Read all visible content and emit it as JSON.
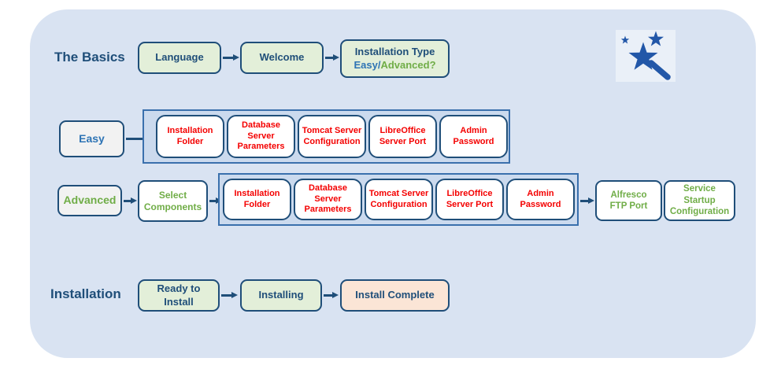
{
  "colors": {
    "panel_bg": "#d9e3f2",
    "navy": "#1f4e79",
    "blue": "#2e74b5",
    "green": "#70ad47",
    "red": "#f40000",
    "green_fill": "#e3efd9",
    "gray_fill": "#f2f2f2",
    "peach_fill": "#fbe5d6",
    "group_fill": "#cbdaee",
    "group_border": "#3a70ad",
    "icon_blue": "#2257a8"
  },
  "flows": {
    "basics": {
      "label": "The Basics",
      "steps": [
        "Language",
        "Welcome"
      ],
      "installation_type": {
        "title": "Installation Type",
        "easy_part": "Easy/",
        "advanced_part": "Advanced?"
      }
    },
    "easy": {
      "label": "Easy",
      "pages": [
        "Installation Folder",
        "Database Server Parameters",
        "Tomcat Server Configuration",
        "LibreOffice Server Port",
        "Admin Password"
      ]
    },
    "advanced": {
      "label": "Advanced",
      "select_components": "Select Components",
      "pages": [
        "Installation Folder",
        "Database Server Parameters",
        "Tomcat Server Configuration",
        "LibreOffice Server Port",
        "Admin Password"
      ],
      "extras": [
        "Alfresco FTP Port",
        "Service Startup Configuration"
      ]
    },
    "installation": {
      "label": "Installation",
      "steps": [
        "Ready to Install",
        "Installing",
        "Install Complete"
      ]
    }
  },
  "icons": {
    "wizard": "magic-wand-stars-icon"
  }
}
